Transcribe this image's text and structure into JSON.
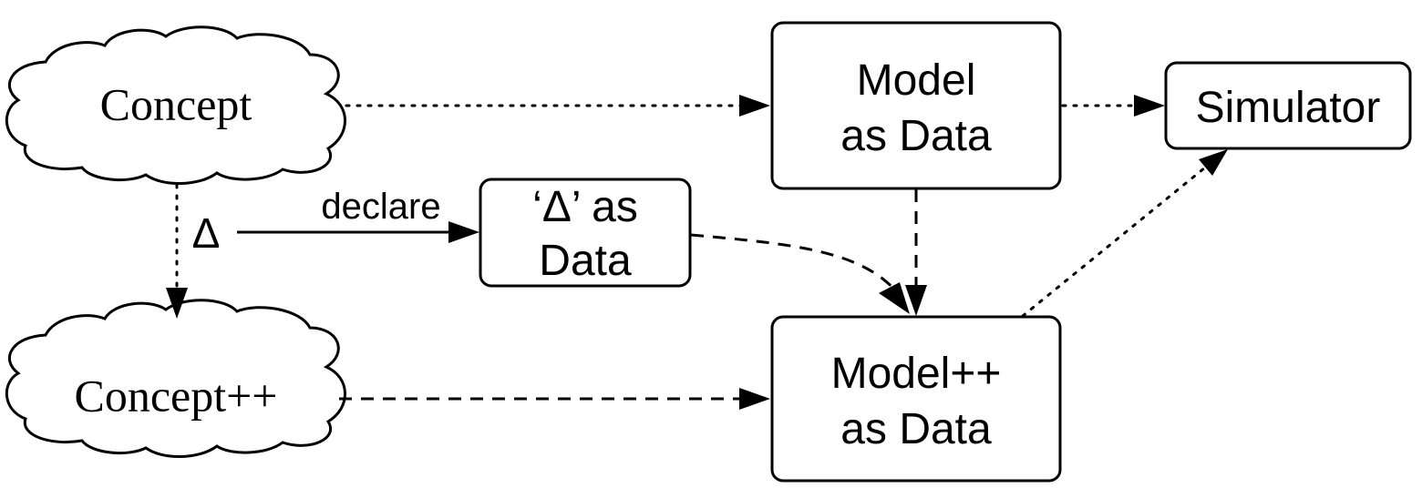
{
  "nodes": {
    "concept": {
      "label": "Concept"
    },
    "concept_pp": {
      "label": "Concept++"
    },
    "model": {
      "line1": "Model",
      "line2": "as Data"
    },
    "delta": {
      "line1": "‘Δ’ as",
      "line2": "Data"
    },
    "simulator": {
      "label": "Simulator"
    },
    "model_pp": {
      "line1": "Model++",
      "line2": "as Data"
    }
  },
  "labels": {
    "delta_symbol": "Δ",
    "declare": "declare"
  },
  "edges": [
    {
      "from": "concept",
      "to": "model",
      "style": "dotted"
    },
    {
      "from": "model",
      "to": "simulator",
      "style": "dotted"
    },
    {
      "from": "concept",
      "to": "concept_pp",
      "style": "dotted"
    },
    {
      "from": "delta_symbol",
      "to": "delta",
      "style": "solid"
    },
    {
      "from": "delta",
      "to": "model_pp",
      "style": "dashed"
    },
    {
      "from": "model",
      "to": "model_pp",
      "style": "dashed"
    },
    {
      "from": "model_pp",
      "to": "simulator",
      "style": "dotted"
    },
    {
      "from": "concept_pp",
      "to": "model_pp",
      "style": "dashed"
    }
  ]
}
